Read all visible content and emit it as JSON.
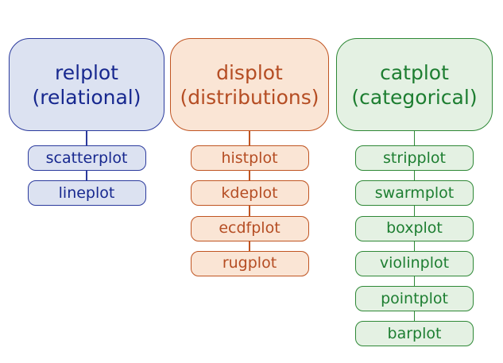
{
  "figure": {
    "description": "seaborn figure-level function overview diagram",
    "columns": [
      {
        "id": "relational",
        "header_line1": "relplot",
        "header_line2": "(relational)",
        "items": [
          "scatterplot",
          "lineplot"
        ],
        "colors": {
          "border": "#2b3a9d",
          "fill": "#dce2f1",
          "text": "#17288f"
        }
      },
      {
        "id": "distributions",
        "header_line1": "displot",
        "header_line2": "(distributions)",
        "items": [
          "histplot",
          "kdeplot",
          "ecdfplot",
          "rugplot"
        ],
        "colors": {
          "border": "#c05522",
          "fill": "#fae5d5",
          "text": "#b54d23"
        }
      },
      {
        "id": "categorical",
        "header_line1": "catplot",
        "header_line2": "(categorical)",
        "items": [
          "stripplot",
          "swarmplot",
          "boxplot",
          "violinplot",
          "pointplot",
          "barplot"
        ],
        "colors": {
          "border": "#2e8836",
          "fill": "#e4f1e3",
          "text": "#1d7e31"
        }
      }
    ]
  }
}
